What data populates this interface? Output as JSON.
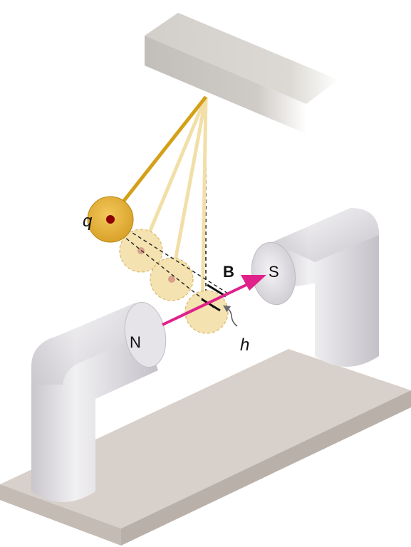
{
  "labels": {
    "charge": "q",
    "field": "B",
    "north_pole": "N",
    "south_pole": "S",
    "height": "h"
  },
  "colors": {
    "pendulum_gold": "#D4A017",
    "pendulum_faded": "#F2DFA8",
    "field_arrow": "#E0218A",
    "magnet_gray": "#D8D6DA",
    "base_tan": "#D9D2CC",
    "ceiling_block": "#D6D3CF"
  }
}
